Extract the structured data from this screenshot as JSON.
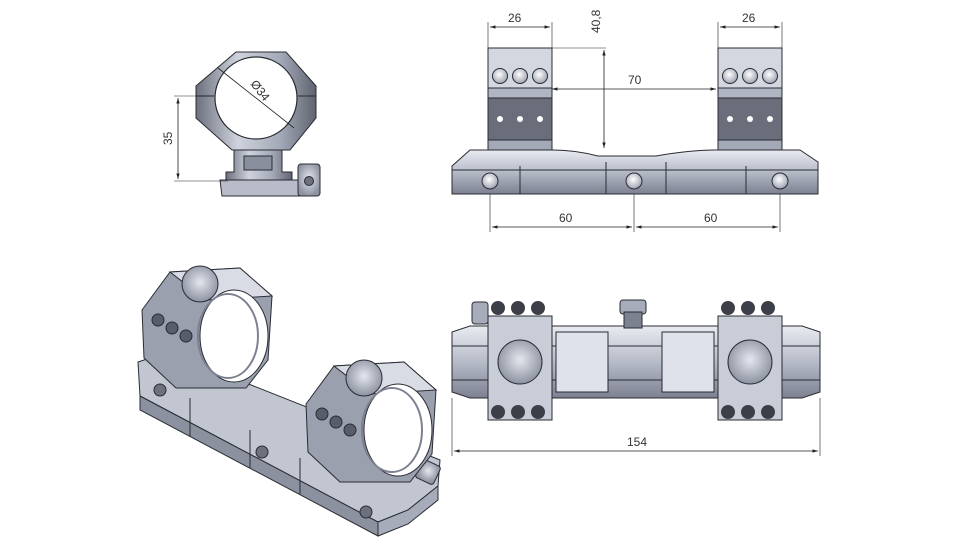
{
  "dimensions": {
    "ring_diameter": "Ø34",
    "ring_height": "35",
    "ring_width_left": "26",
    "ring_width_right": "26",
    "mount_height": "40,8",
    "ring_spacing": "70",
    "bolt_spacing_left": "60",
    "bolt_spacing_right": "60",
    "overall_length": "154"
  },
  "colors": {
    "metal_dark": "#5e6270",
    "metal_mid": "#9ea3b2",
    "metal_light": "#d8dbe4",
    "line": "#222222"
  }
}
